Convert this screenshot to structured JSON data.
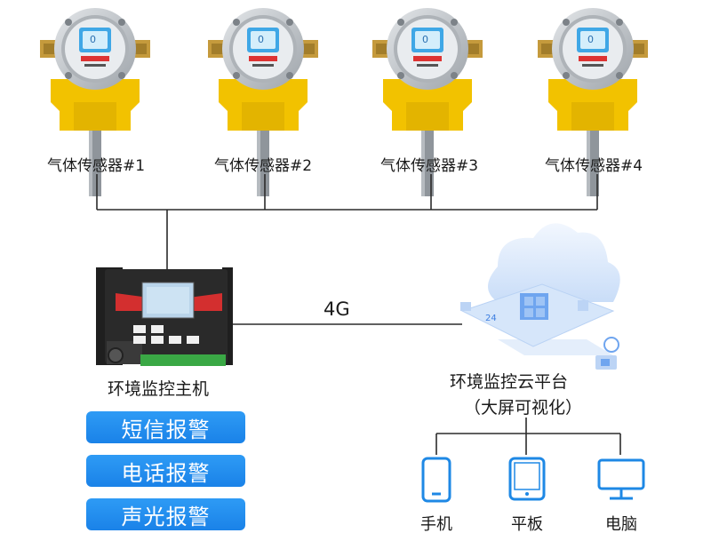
{
  "sensors": [
    {
      "label": "气体传感器#1",
      "screen_value": "0"
    },
    {
      "label": "气体传感器#2",
      "screen_value": "0"
    },
    {
      "label": "气体传感器#3",
      "screen_value": "0"
    },
    {
      "label": "气体传感器#4",
      "screen_value": "0"
    }
  ],
  "host": {
    "label": "环境监控主机"
  },
  "link": {
    "label": "4G"
  },
  "cloud": {
    "label": "环境监控云平台",
    "sublabel": "（大屏可视化）",
    "badge": "24"
  },
  "alarms": [
    {
      "label": "短信报警"
    },
    {
      "label": "电话报警"
    },
    {
      "label": "声光报警"
    }
  ],
  "devices": [
    {
      "label": "手机",
      "icon": "phone-icon"
    },
    {
      "label": "平板",
      "icon": "tablet-icon"
    },
    {
      "label": "电脑",
      "icon": "monitor-icon"
    }
  ],
  "colors": {
    "line": "#2b2b2b",
    "button": "#1e88e5",
    "device_icon": "#1e88e5",
    "sensor_body": "#c8ccd0",
    "sensor_bracket": "#f2c200",
    "host_body": "#2a2a2a",
    "host_accent": "#d32f2f",
    "terminal": "#3aa845",
    "cloud": "#dbe9fb"
  }
}
